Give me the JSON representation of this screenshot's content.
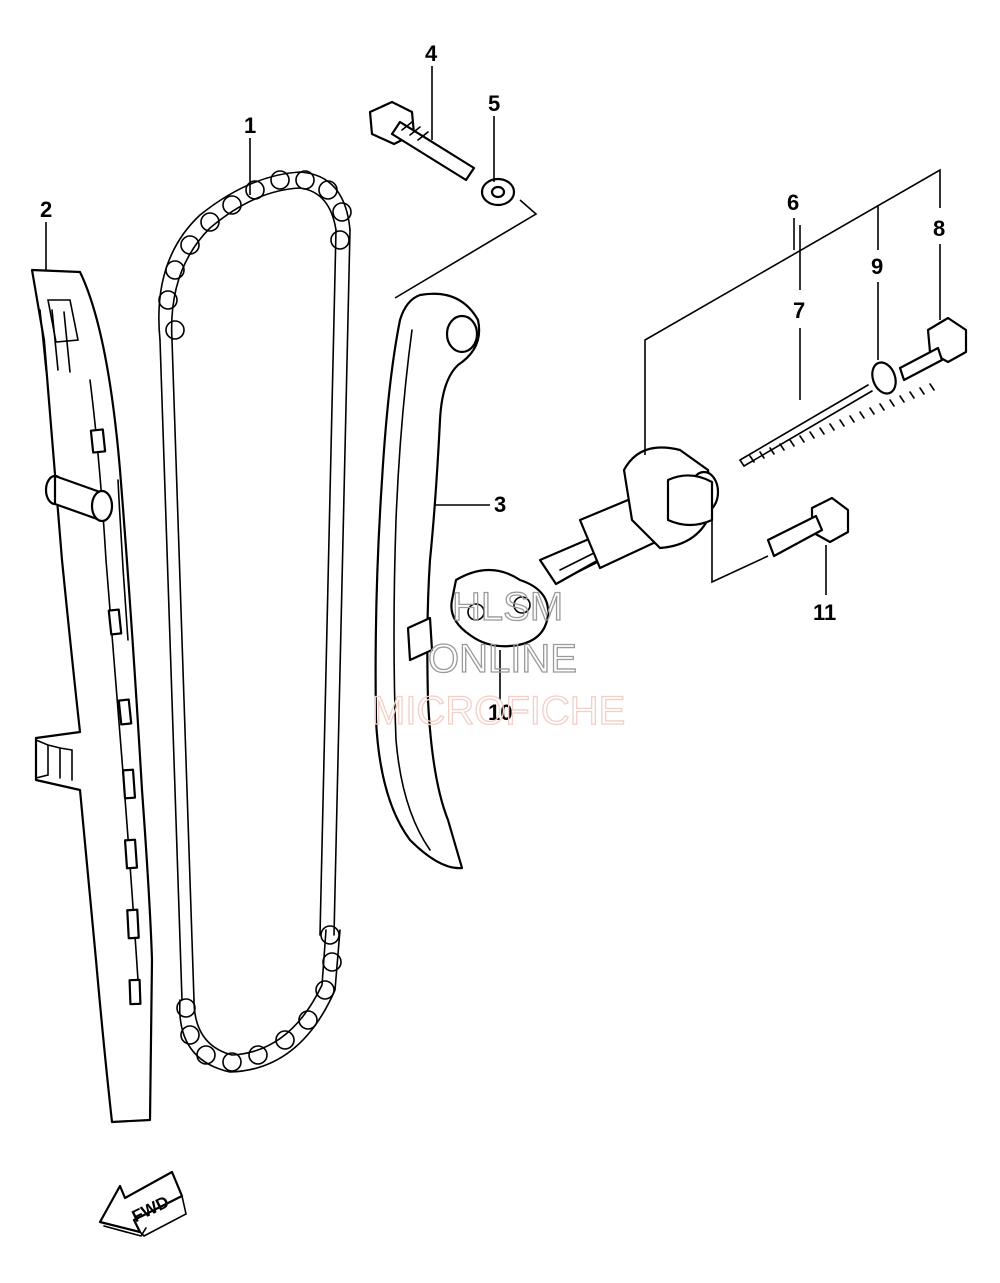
{
  "callouts": [
    {
      "id": "1",
      "label": "1"
    },
    {
      "id": "2",
      "label": "2"
    },
    {
      "id": "3",
      "label": "3"
    },
    {
      "id": "4",
      "label": "4"
    },
    {
      "id": "5",
      "label": "5"
    },
    {
      "id": "6",
      "label": "6"
    },
    {
      "id": "7",
      "label": "7"
    },
    {
      "id": "8",
      "label": "8"
    },
    {
      "id": "9",
      "label": "9"
    },
    {
      "id": "10",
      "label": "10"
    },
    {
      "id": "11",
      "label": "11"
    }
  ],
  "watermark": {
    "line1": "HLSM",
    "line2": "ONLINE",
    "line3": "MICROFICHE",
    "color_dark": "#9a9a9a",
    "color_light": "#f2d0c8"
  },
  "direction_marker": {
    "label": "FWD",
    "icon": "fwd-arrow-icon"
  }
}
